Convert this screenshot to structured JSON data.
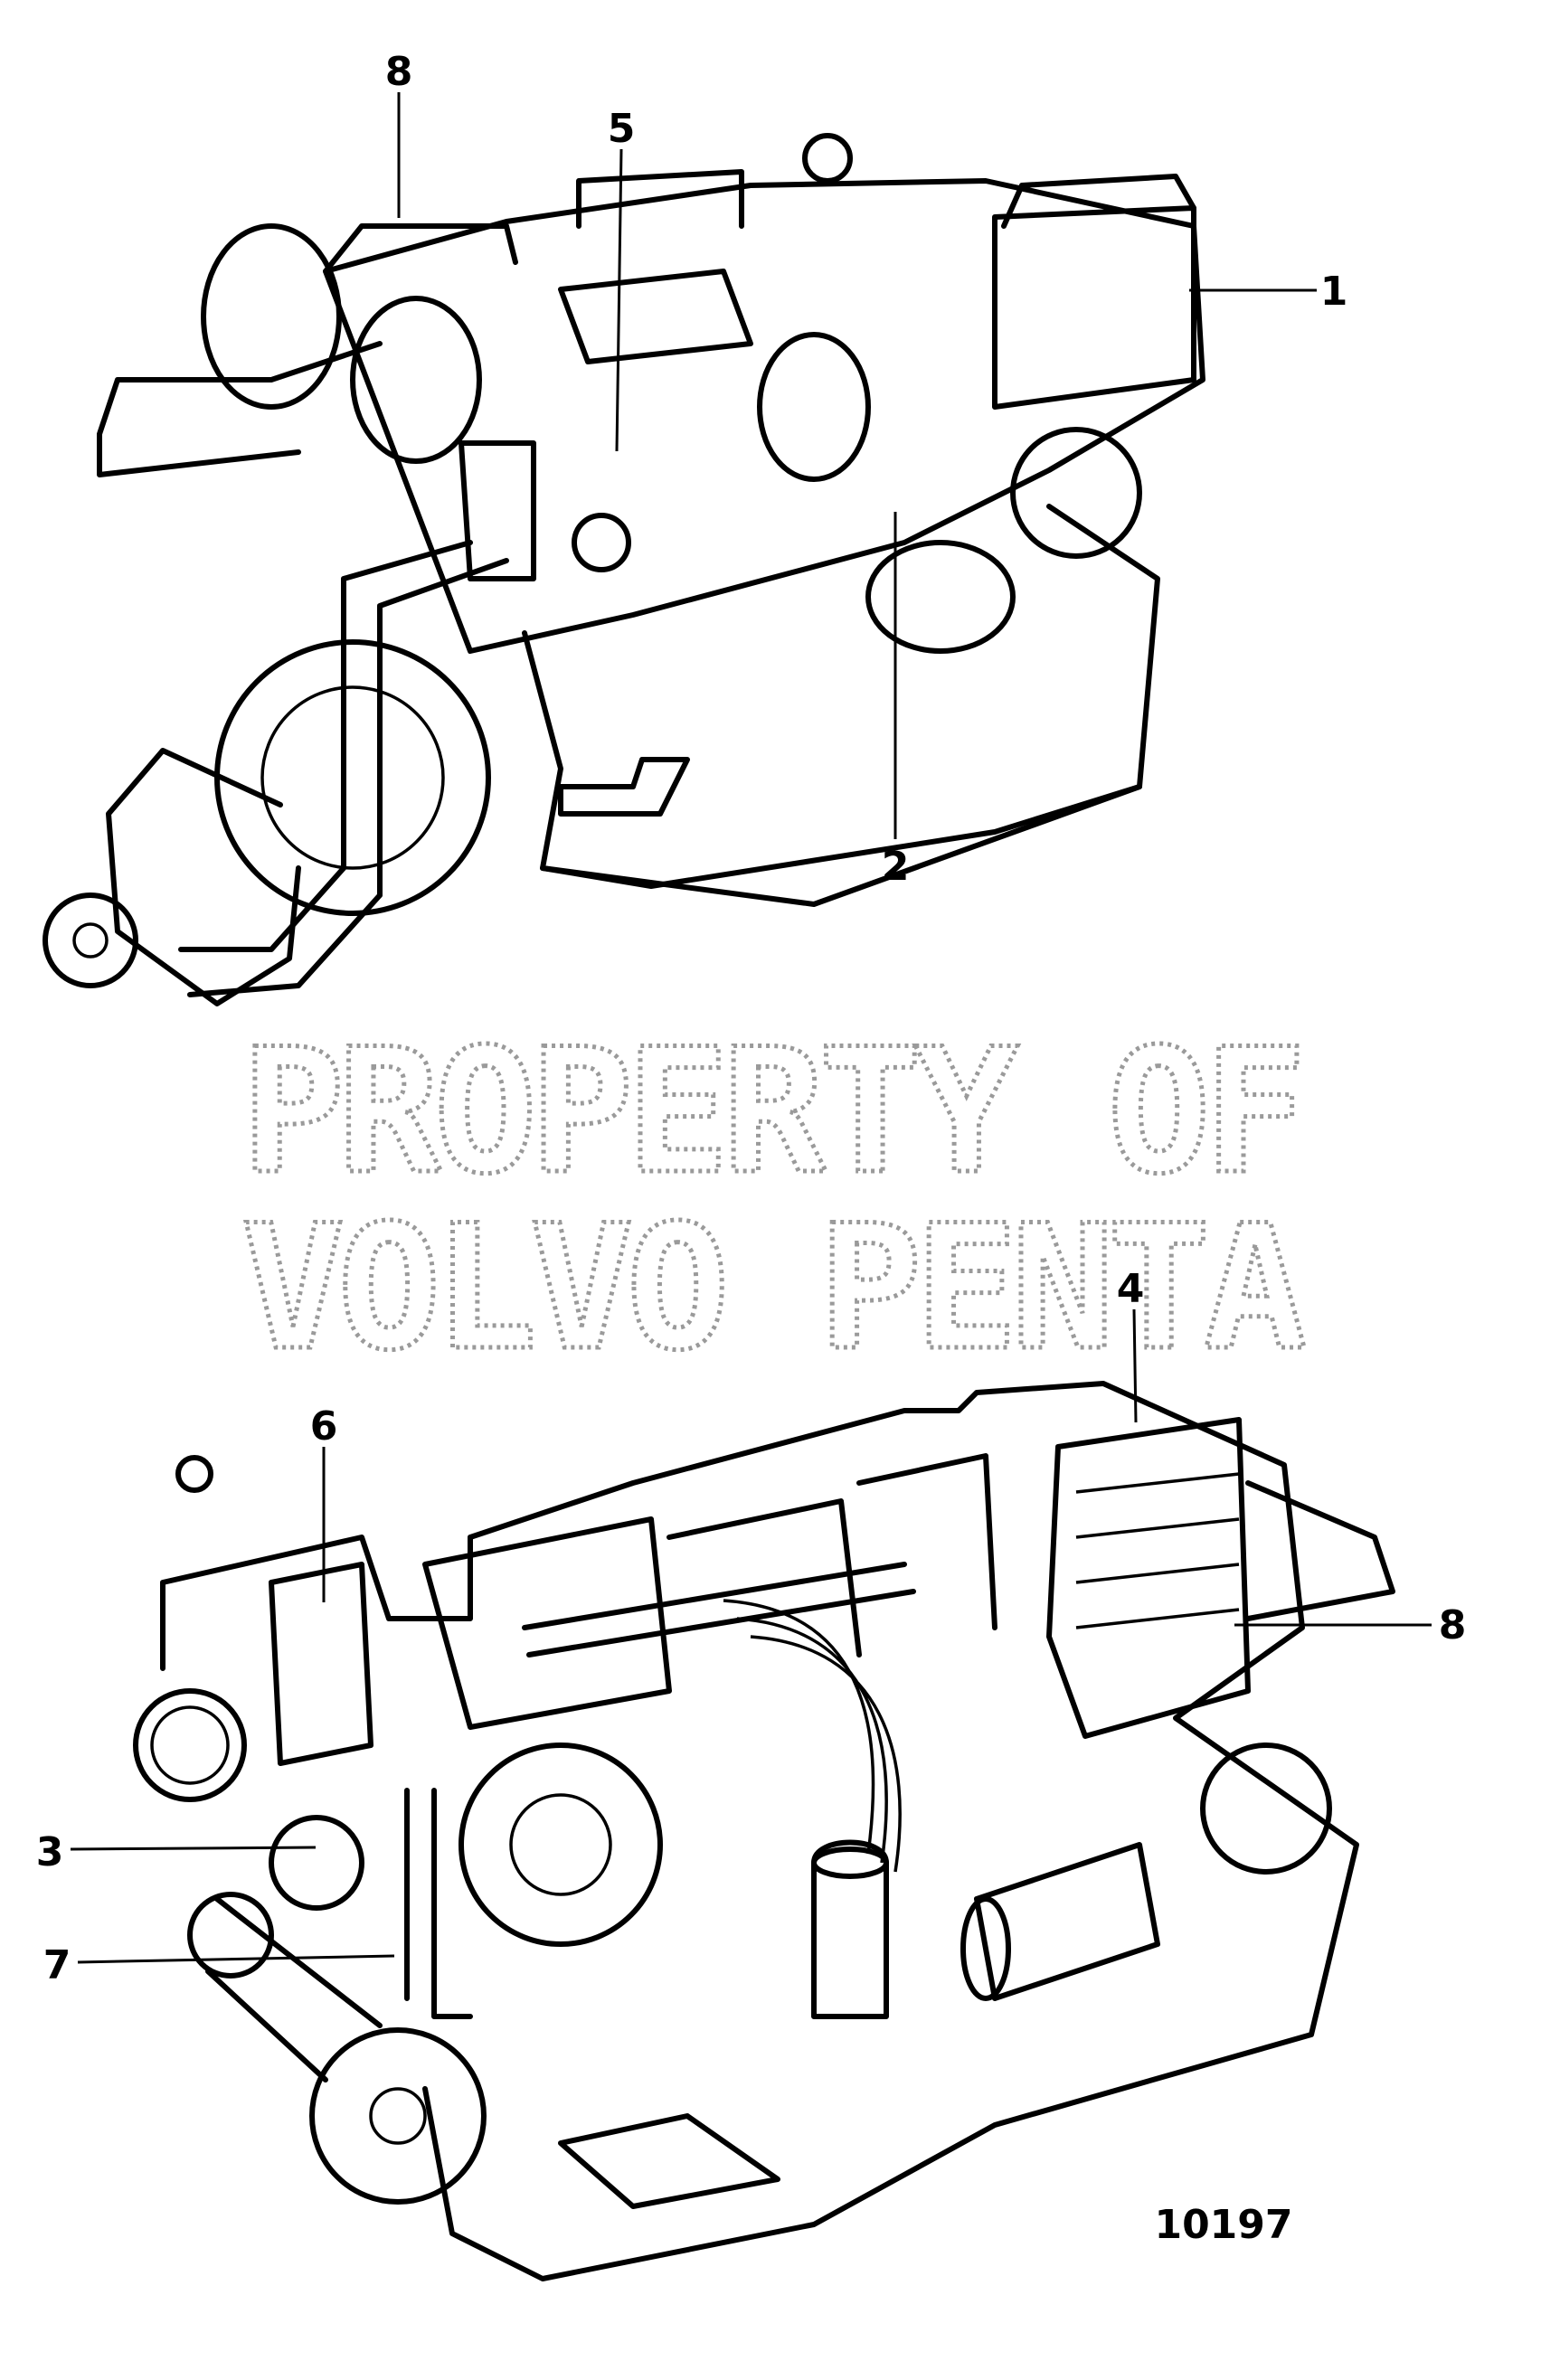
{
  "callouts": {
    "top_8": "8",
    "top_5": "5",
    "top_1": "1",
    "top_2": "2",
    "bottom_4": "4",
    "bottom_6": "6",
    "bottom_8": "8",
    "bottom_3": "3",
    "bottom_7": "7"
  },
  "watermark": {
    "line1": "PROPERTY OF",
    "line2": "VOLVO PENTA"
  },
  "figure_number": "10197"
}
